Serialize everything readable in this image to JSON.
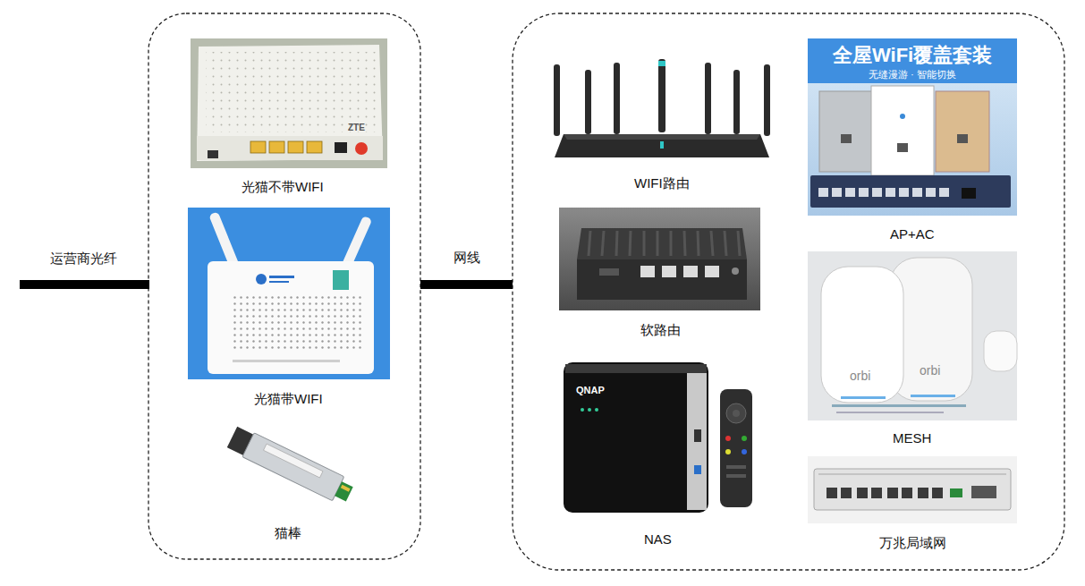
{
  "diagram": {
    "nodes": [
      {
        "text": [
          "光猫不带WIFI"
        ]
      },
      {
        "text": [
          "光猫带WIFI"
        ]
      },
      {
        "text": [
          "猫棒"
        ]
      },
      {
        "text": [
          "WIFI路由"
        ]
      },
      {
        "text": [
          "AP+AC"
        ]
      },
      {
        "text": [
          "软路由"
        ]
      },
      {
        "text": [
          "MESH"
        ]
      },
      {
        "text": [
          "NAS"
        ]
      },
      {
        "text": [
          "万兆局域网"
        ]
      }
    ],
    "labels": [
      "运营商光纤",
      "网线",
      "全屋WiFi覆盖套装",
      "无缝漫游 · 智能切换",
      "ZTE",
      "QNAP",
      "orbi",
      "orbi"
    ]
  }
}
